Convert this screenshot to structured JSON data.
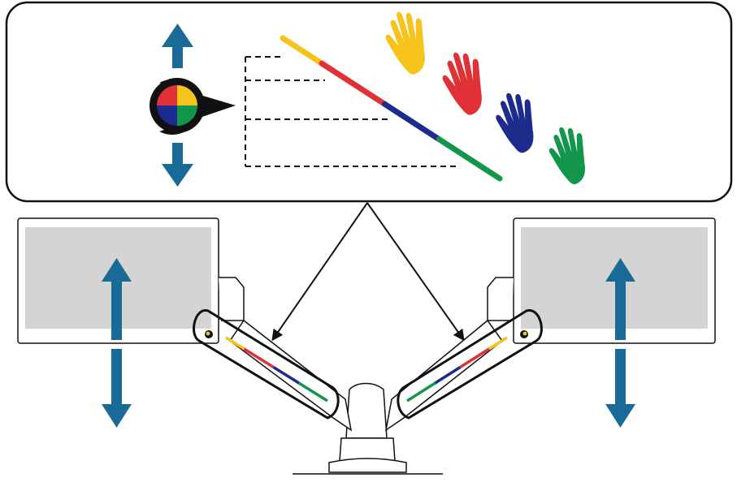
{
  "colors": {
    "yellow": "#f6c21c",
    "red": "#e03136",
    "blue": "#1c2b8c",
    "green": "#12964b",
    "arrow_blue": "#1a6a97",
    "outline": "#111111",
    "screen_gray": "#d4d4d5",
    "background": "#ffffff"
  },
  "icons": {
    "height_arrows": "double-arrow-vertical-icon",
    "indicator": "color-quadrant-indicator-icon",
    "hands": [
      "yellow-hand-icon",
      "red-hand-icon",
      "blue-hand-icon",
      "green-hand-icon"
    ],
    "monitor_arrows": [
      "left-monitor-height-arrow-icon",
      "right-monitor-height-arrow-icon"
    ]
  },
  "scale_levels": [
    {
      "color": "yellow"
    },
    {
      "color": "red"
    },
    {
      "color": "blue"
    },
    {
      "color": "green"
    }
  ]
}
